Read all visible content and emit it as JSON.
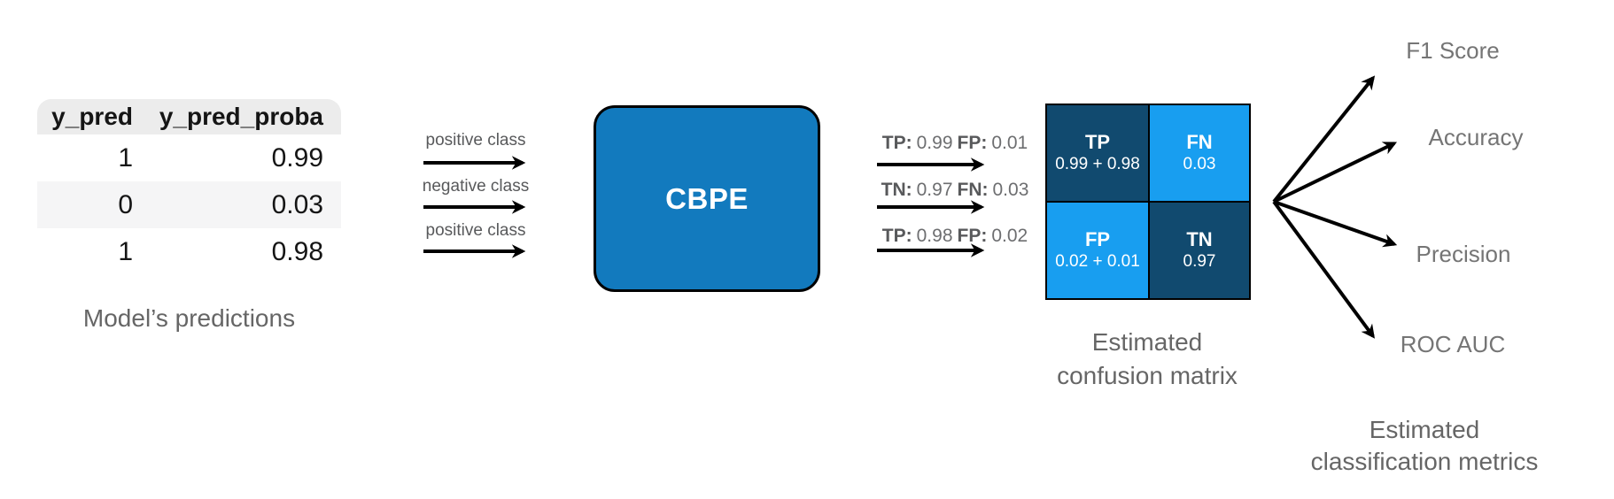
{
  "colors": {
    "cbpe_blue": "#127ABE",
    "dark_blue": "#114A6F",
    "light_blue": "#189EF0",
    "table_header_bg": "#ECECEC",
    "table_stripe_bg": "#F5F5F6",
    "caption_gray": "#666666",
    "label_gray": "#58595B",
    "metric_gray": "#757575"
  },
  "predictions_table": {
    "headers": [
      "y_pred",
      "y_pred_proba"
    ],
    "rows": [
      [
        "1",
        "0.99"
      ],
      [
        "0",
        "0.03"
      ],
      [
        "1",
        "0.98"
      ]
    ],
    "caption": "Model’s predictions"
  },
  "input_arrows": [
    {
      "label": "positive class"
    },
    {
      "label": "negative class"
    },
    {
      "label": "positive class"
    }
  ],
  "cbpe_box": {
    "label": "CBPE"
  },
  "output_arrows": [
    {
      "k1": "TP:",
      "v1": "0.99",
      "k2": "FP:",
      "v2": "0.01"
    },
    {
      "k1": "TN:",
      "v1": "0.97",
      "k2": "FN:",
      "v2": "0.03"
    },
    {
      "k1": "TP:",
      "v1": "0.98",
      "k2": "FP:",
      "v2": "0.02"
    }
  ],
  "confusion_matrix": {
    "quadrants": [
      {
        "label": "TP",
        "value": "0.99 + 0.98"
      },
      {
        "label": "FN",
        "value": "0.03"
      },
      {
        "label": "FP",
        "value": "0.02 + 0.01"
      },
      {
        "label": "TN",
        "value": "0.97"
      }
    ],
    "caption": "Estimated\nconfusion matrix"
  },
  "metrics": {
    "items": [
      "F1 Score",
      "Accuracy",
      "Precision",
      "ROC AUC"
    ],
    "caption": "Estimated\nclassification metrics"
  }
}
